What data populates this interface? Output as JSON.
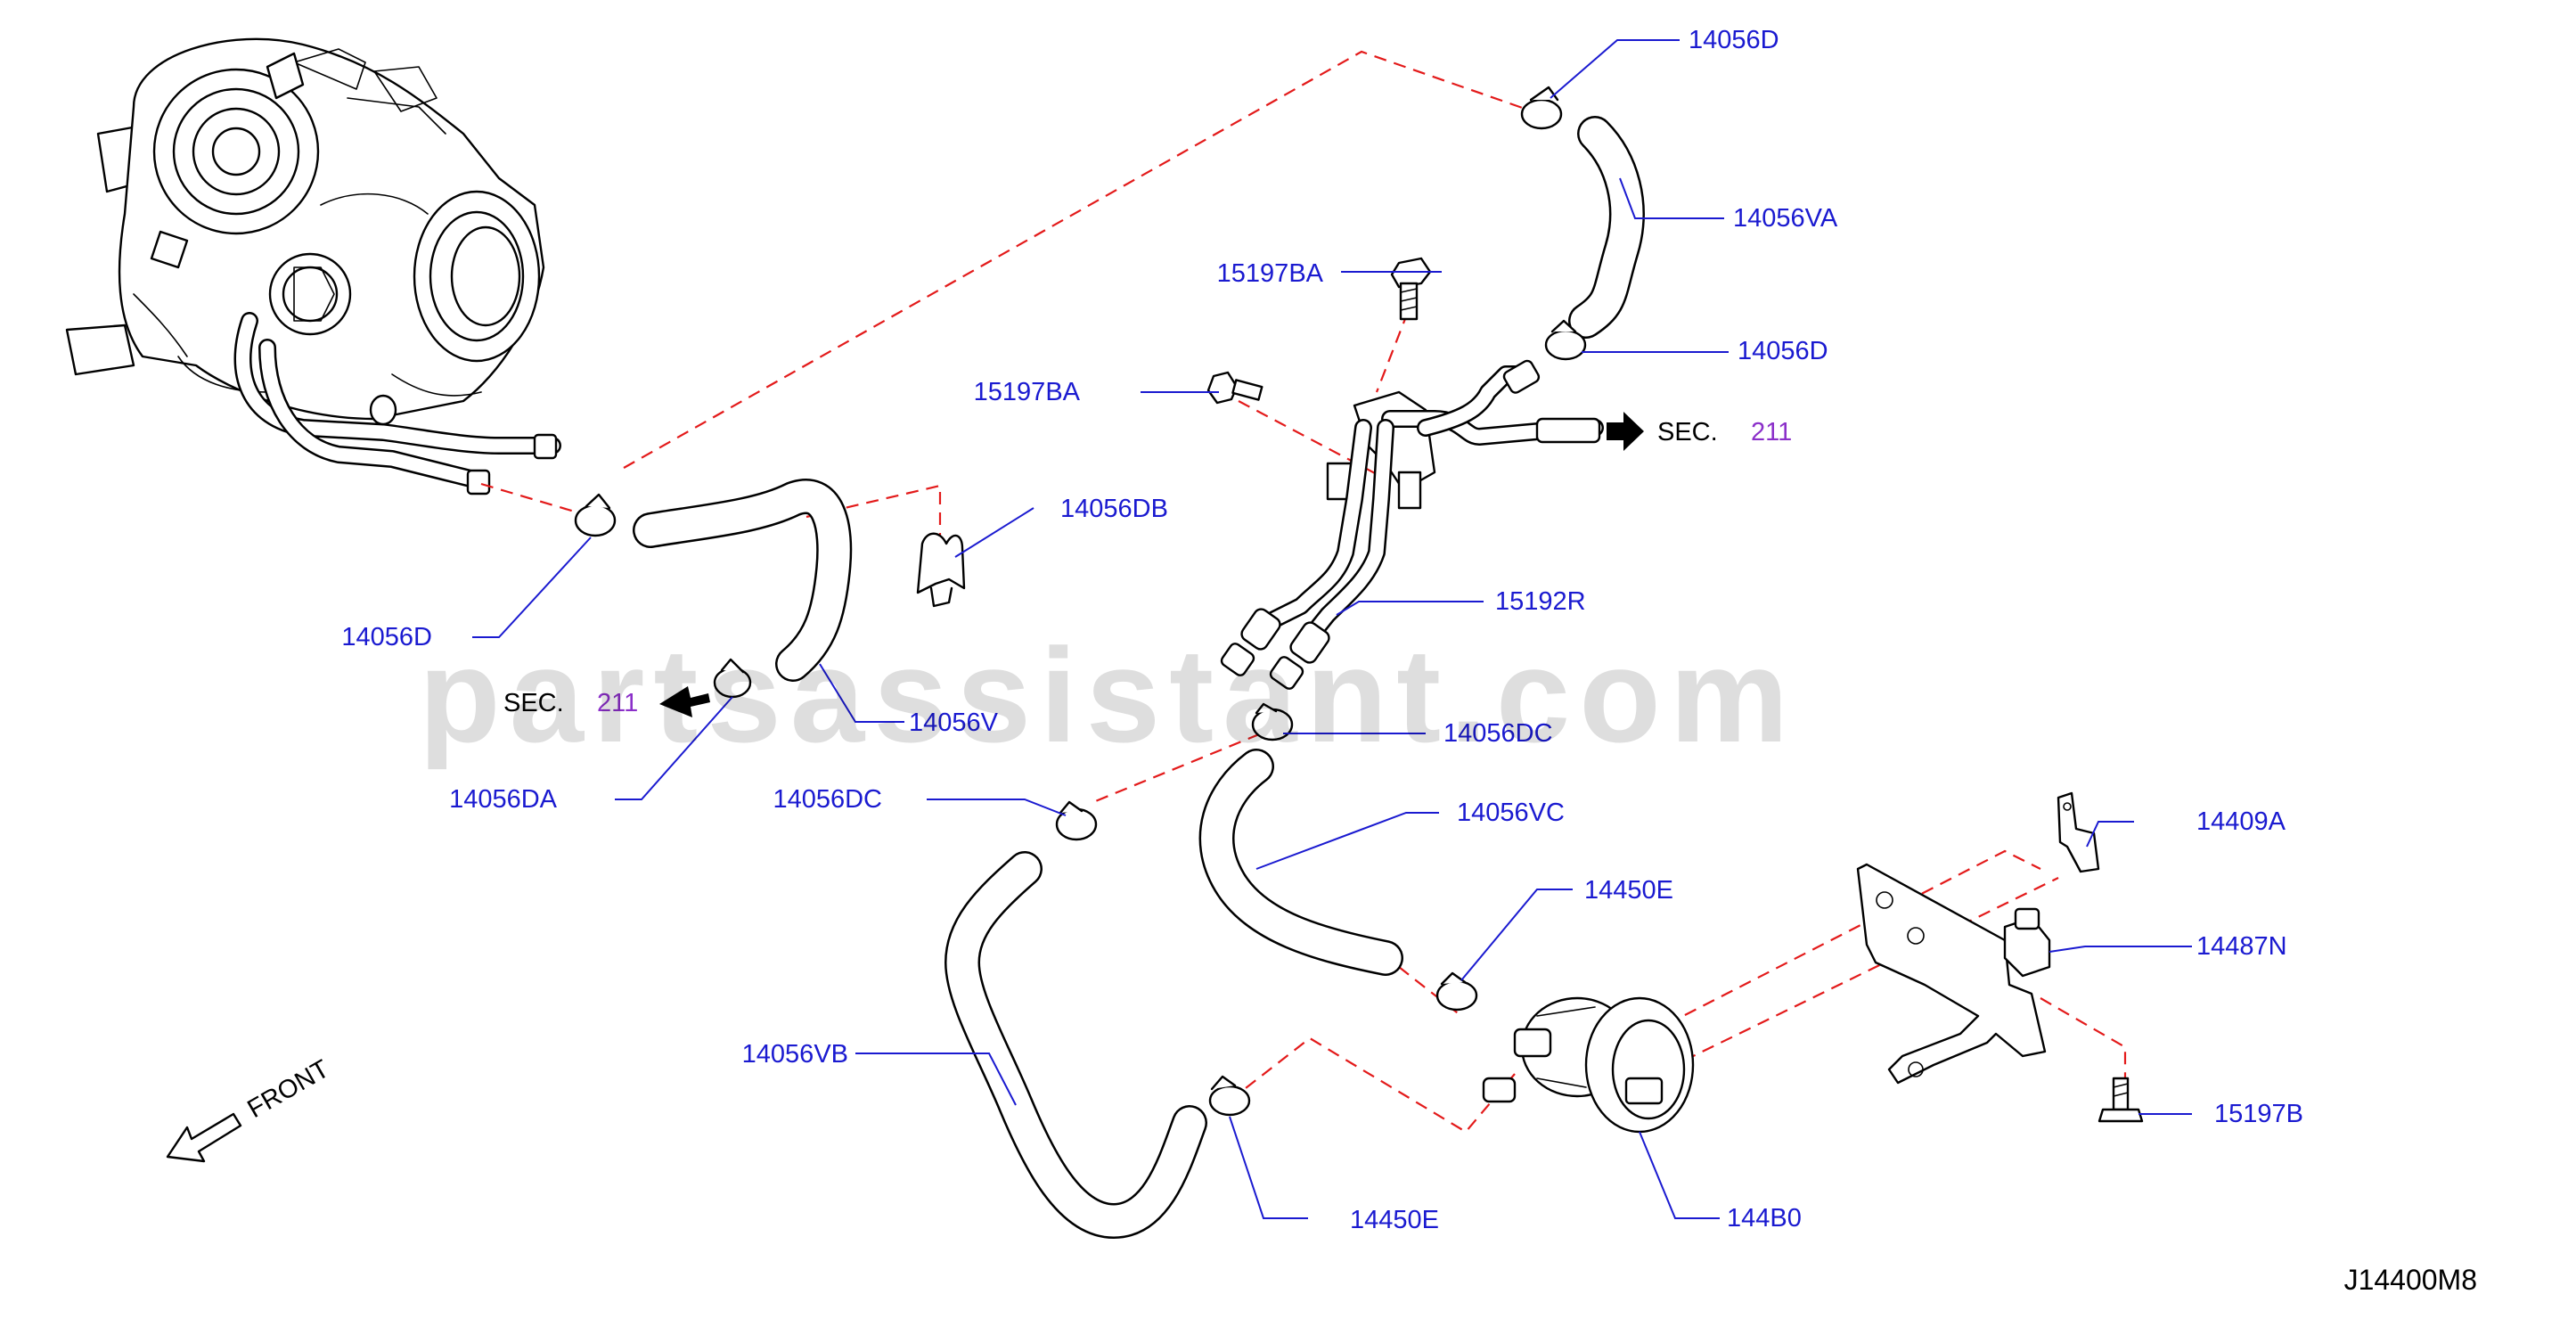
{
  "labels": {
    "clamp_14056D_top": "14056D",
    "hose_14056VA": "14056VA",
    "clamp_14056D_mid": "14056D",
    "bolt_15197BA_top": "15197BA",
    "bolt_15197BA_left": "15197BA",
    "clip_14056DB": "14056DB",
    "pipe_15192R": "15192R",
    "clamp_14056D_left": "14056D",
    "hose_14056V": "14056V",
    "clamp_14056DC_right": "14056DC",
    "clamp_14056DA": "14056DA",
    "clamp_14056DC_left": "14056DC",
    "hose_14056VC": "14056VC",
    "clamp_14450E_upper": "14450E",
    "bracket_14409A": "14409A",
    "bracket_14487N": "14487N",
    "hose_14056VB": "14056VB",
    "bolt_15197B": "15197B",
    "pump_144B0": "144B0",
    "clamp_14450E_lower": "14450E"
  },
  "sec_refs": {
    "right": {
      "prefix": "SEC.",
      "number": "211"
    },
    "left": {
      "prefix": "SEC.",
      "number": "211"
    }
  },
  "front_label": "FRONT",
  "diagram_code": "J14400M8",
  "watermark": "partsassistant.com",
  "colors": {
    "label_blue": "#1a1ad0",
    "dashed_red": "#e31a1a",
    "sec_number_purple": "#8b2fc9"
  }
}
